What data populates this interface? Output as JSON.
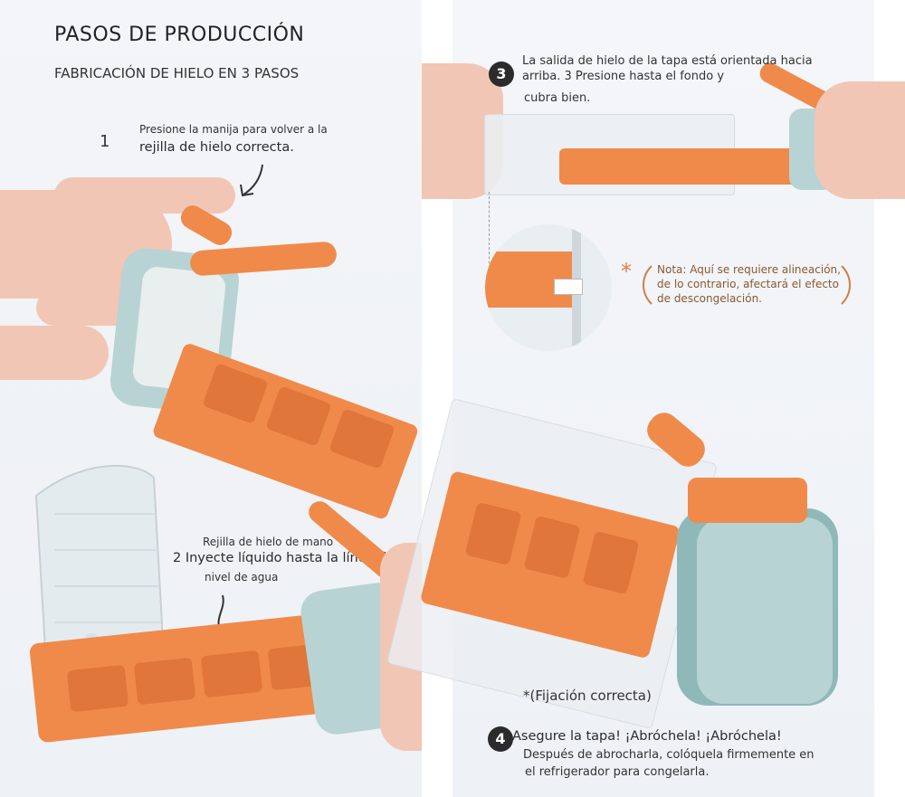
{
  "header": {
    "title": "PASOS DE PRODUCCIÓN",
    "subtitle": "FABRICACIÓN DE HIELO EN 3 PASOS"
  },
  "step1": {
    "number": "1",
    "line1": "Presione la manija para volver a la",
    "line2": "rejilla de hielo correcta."
  },
  "step2": {
    "label_top": "Rejilla de hielo de mano",
    "line1": "2 Inyecte líquido hasta la línea de",
    "line2": "nivel de agua"
  },
  "step3": {
    "number": "3",
    "line1": "La salida de hielo de la tapa está orientada hacia",
    "line2a": "arriba. 3 Presione hasta el fondo y",
    "line3": "cubra bien."
  },
  "note": {
    "asterisk": "*",
    "line1": "Nota: Aquí se requiere alineación,",
    "line2": "de lo contrario, afectará el efecto",
    "line3": "de descongelación."
  },
  "fixation": {
    "label": "*(Fijación correcta)"
  },
  "step4": {
    "number": "4",
    "line1": "Asegure la tapa! ¡Abróchela! ¡Abróchela!",
    "line2": "Después de abrocharla, colóquela firmemente en",
    "line3": "el refrigerador para congelarla."
  },
  "colors": {
    "orange": "#f08a4b",
    "cap_blue": "#b8d3d3",
    "note_brown": "#8a5a30"
  }
}
